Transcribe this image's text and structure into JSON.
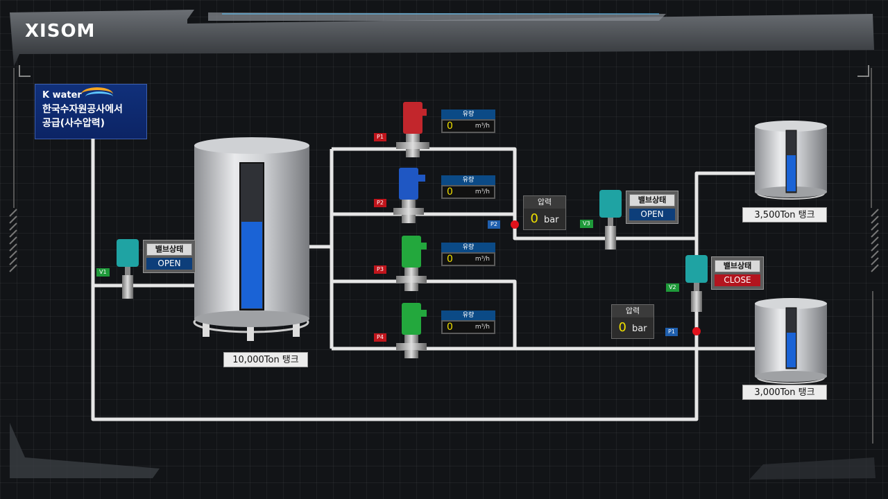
{
  "header": {
    "logo_text": "XISOM"
  },
  "supplier": {
    "brand": "K water",
    "line1": "한국수자원공사에서",
    "line2": "공급(사수압력)"
  },
  "pumps": [
    {
      "tag": "P1",
      "color": "#c2262c",
      "flow_label": "유량",
      "flow_value": "0",
      "flow_unit": "m³/h"
    },
    {
      "tag": "P2",
      "color": "#1f57c3",
      "flow_label": "유량",
      "flow_value": "0",
      "flow_unit": "m³/h"
    },
    {
      "tag": "P3",
      "color": "#23a83d",
      "flow_label": "유량",
      "flow_value": "0",
      "flow_unit": "m³/h"
    },
    {
      "tag": "P4",
      "color": "#23a83d",
      "flow_label": "유량",
      "flow_value": "0",
      "flow_unit": "m³/h"
    }
  ],
  "pressure_sensors": [
    {
      "tag": "P2",
      "label": "압력",
      "value": "0",
      "unit": "bar"
    },
    {
      "tag": "P1",
      "label": "압력",
      "value": "0",
      "unit": "bar"
    }
  ],
  "valves": [
    {
      "tag": "V1",
      "status_label": "밸브상태",
      "status": "OPEN"
    },
    {
      "tag": "V3",
      "status_label": "밸브상태",
      "status": "OPEN"
    },
    {
      "tag": "V2",
      "status_label": "밸브상태",
      "status": "CLOSE"
    }
  ],
  "tanks": [
    {
      "label": "10,000Ton 탱크",
      "level": 0.6
    },
    {
      "label": "3,500Ton 탱크",
      "level": 0.6
    },
    {
      "label": "3,000Ton 탱크",
      "level": 0.6
    }
  ],
  "colors": {
    "water": "#1a63d6",
    "valve_open": "#0d3e7a",
    "valve_close": "#b3141e",
    "pipe": "#e6e6e6"
  }
}
